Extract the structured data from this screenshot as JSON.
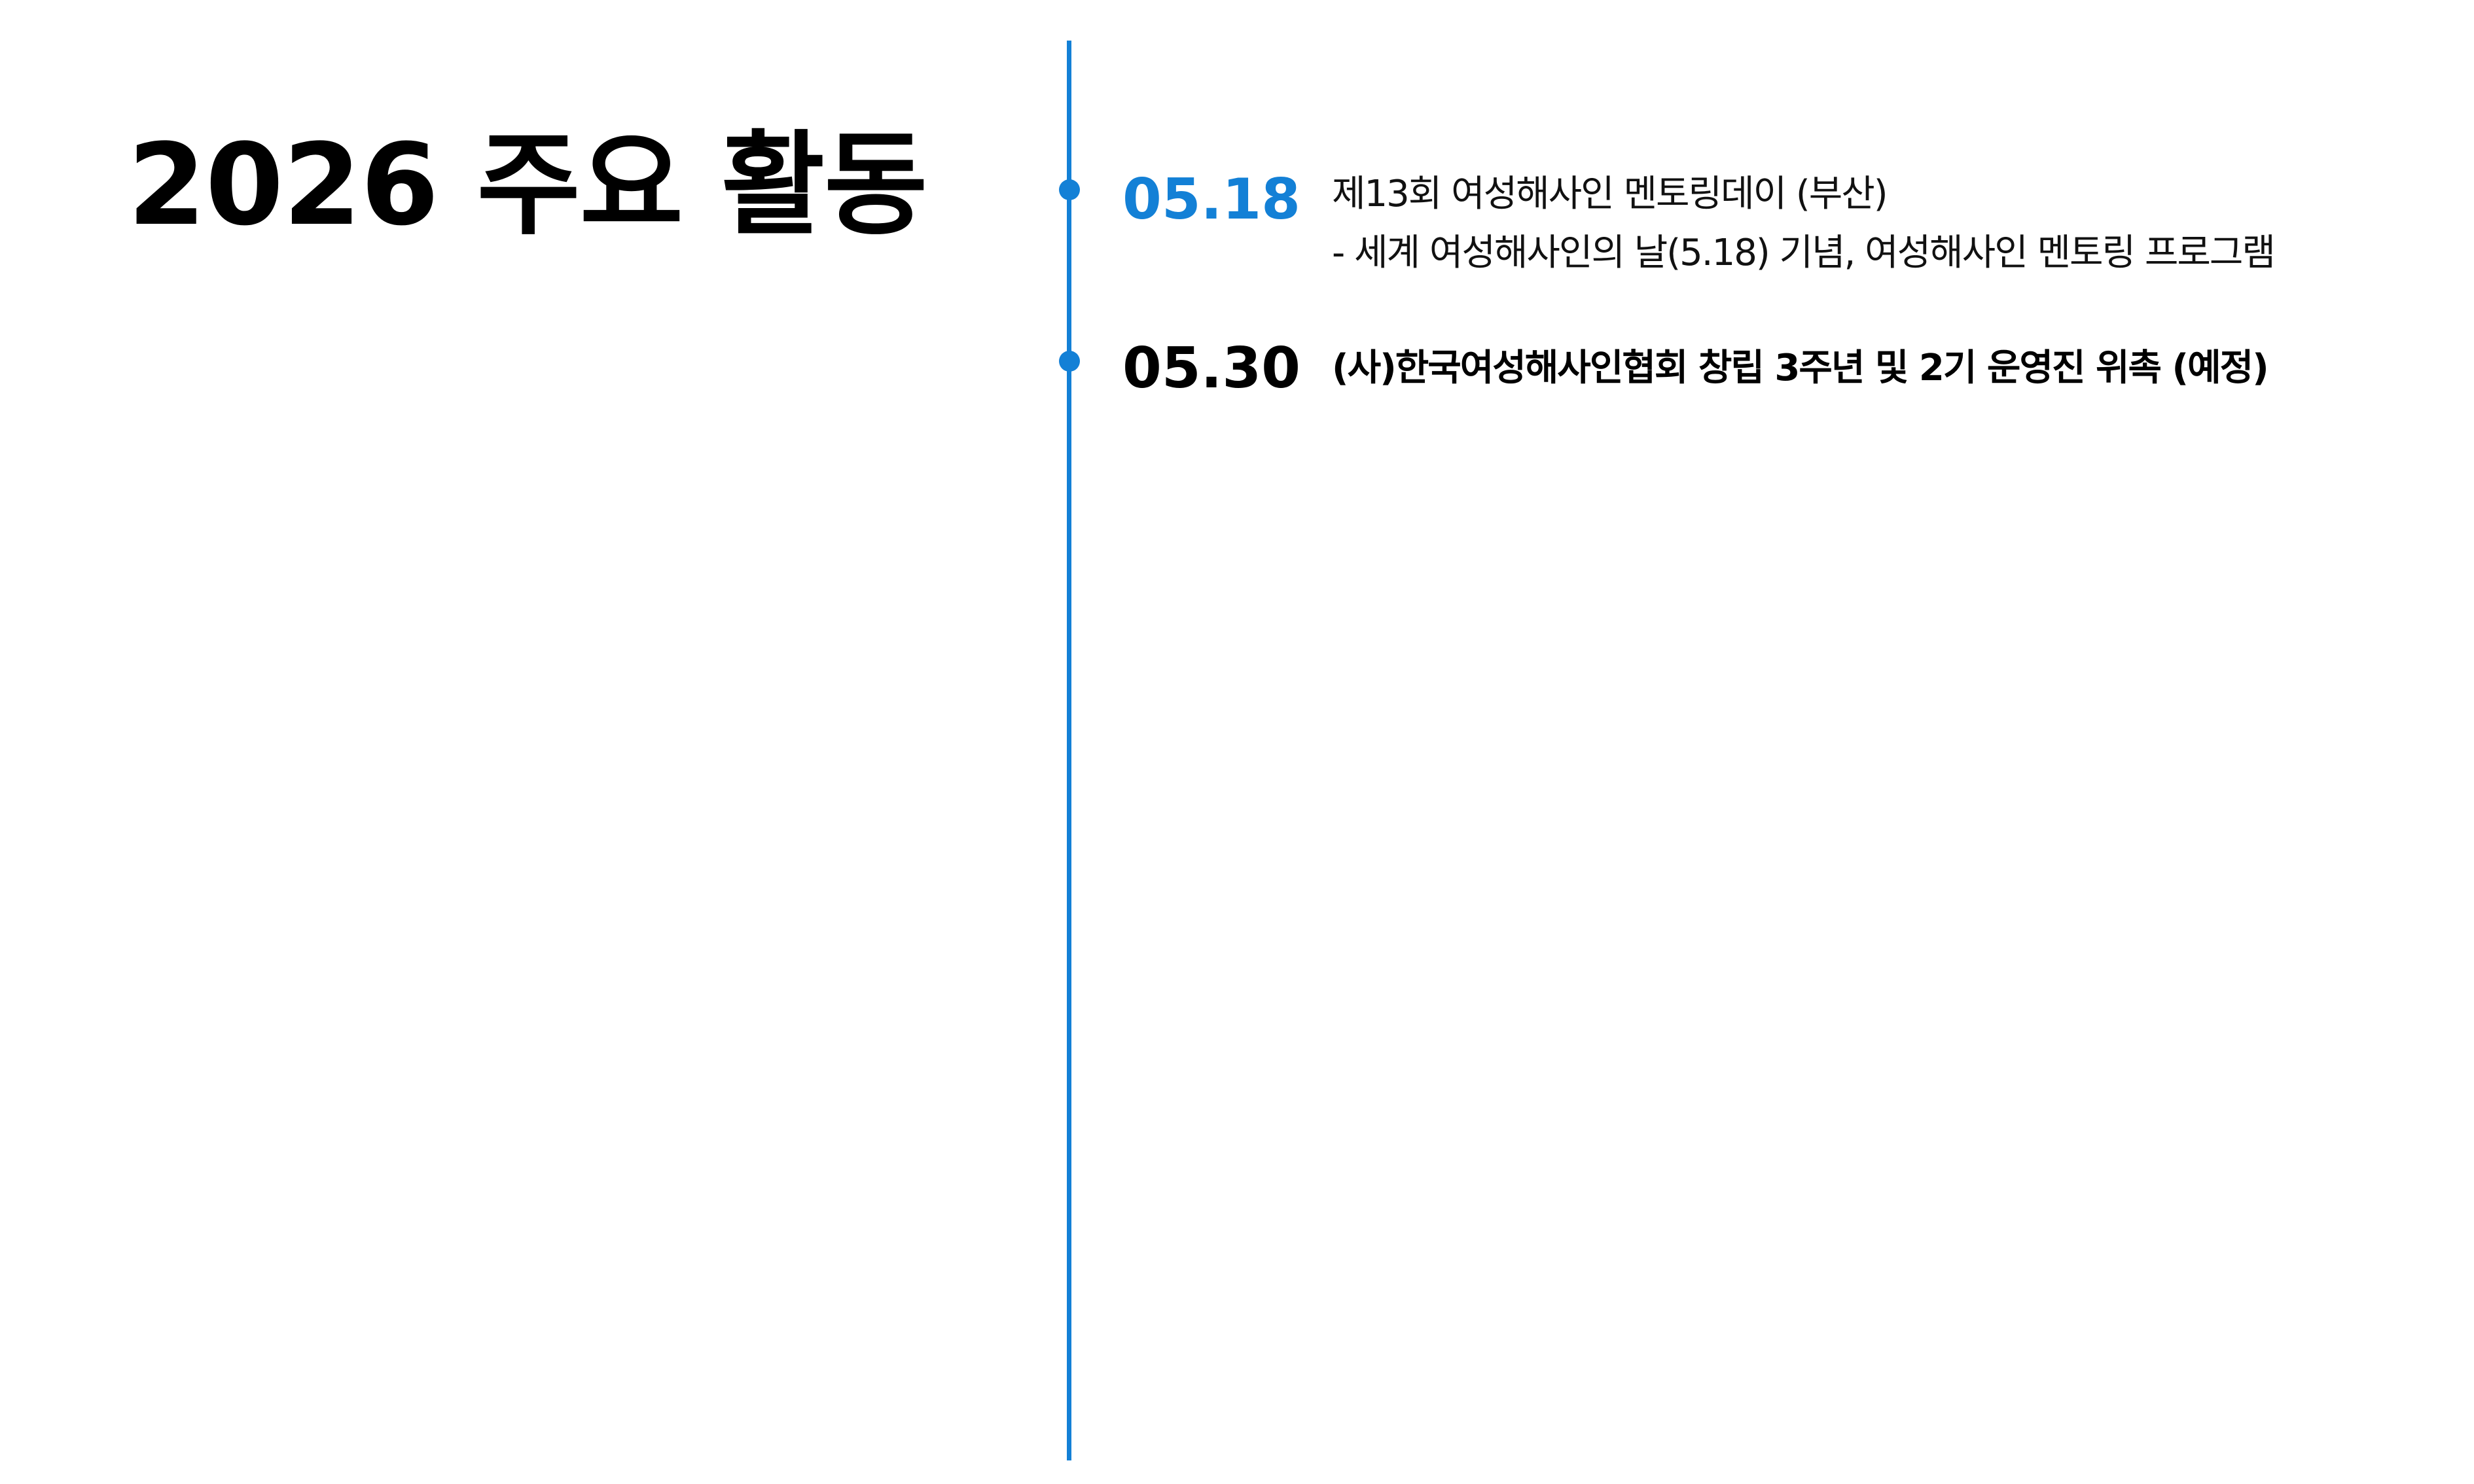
{
  "title": "2026 주요 활동",
  "colors": {
    "accent": "#1380d6",
    "text": "#000000",
    "background": "#ffffff"
  },
  "events": [
    {
      "date": "05.18",
      "lines": [
        "제13회 여성해사인 멘토링데이 (부산)",
        "- 세계 여성해사인의 날(5.18) 기념, 여성해사인 멘토링 프로그램"
      ]
    },
    {
      "date": "05.30",
      "lines": [
        "(사)한국여성해사인협회 창립 3주년 및 2기 운영진 위촉 (예정)"
      ]
    }
  ]
}
